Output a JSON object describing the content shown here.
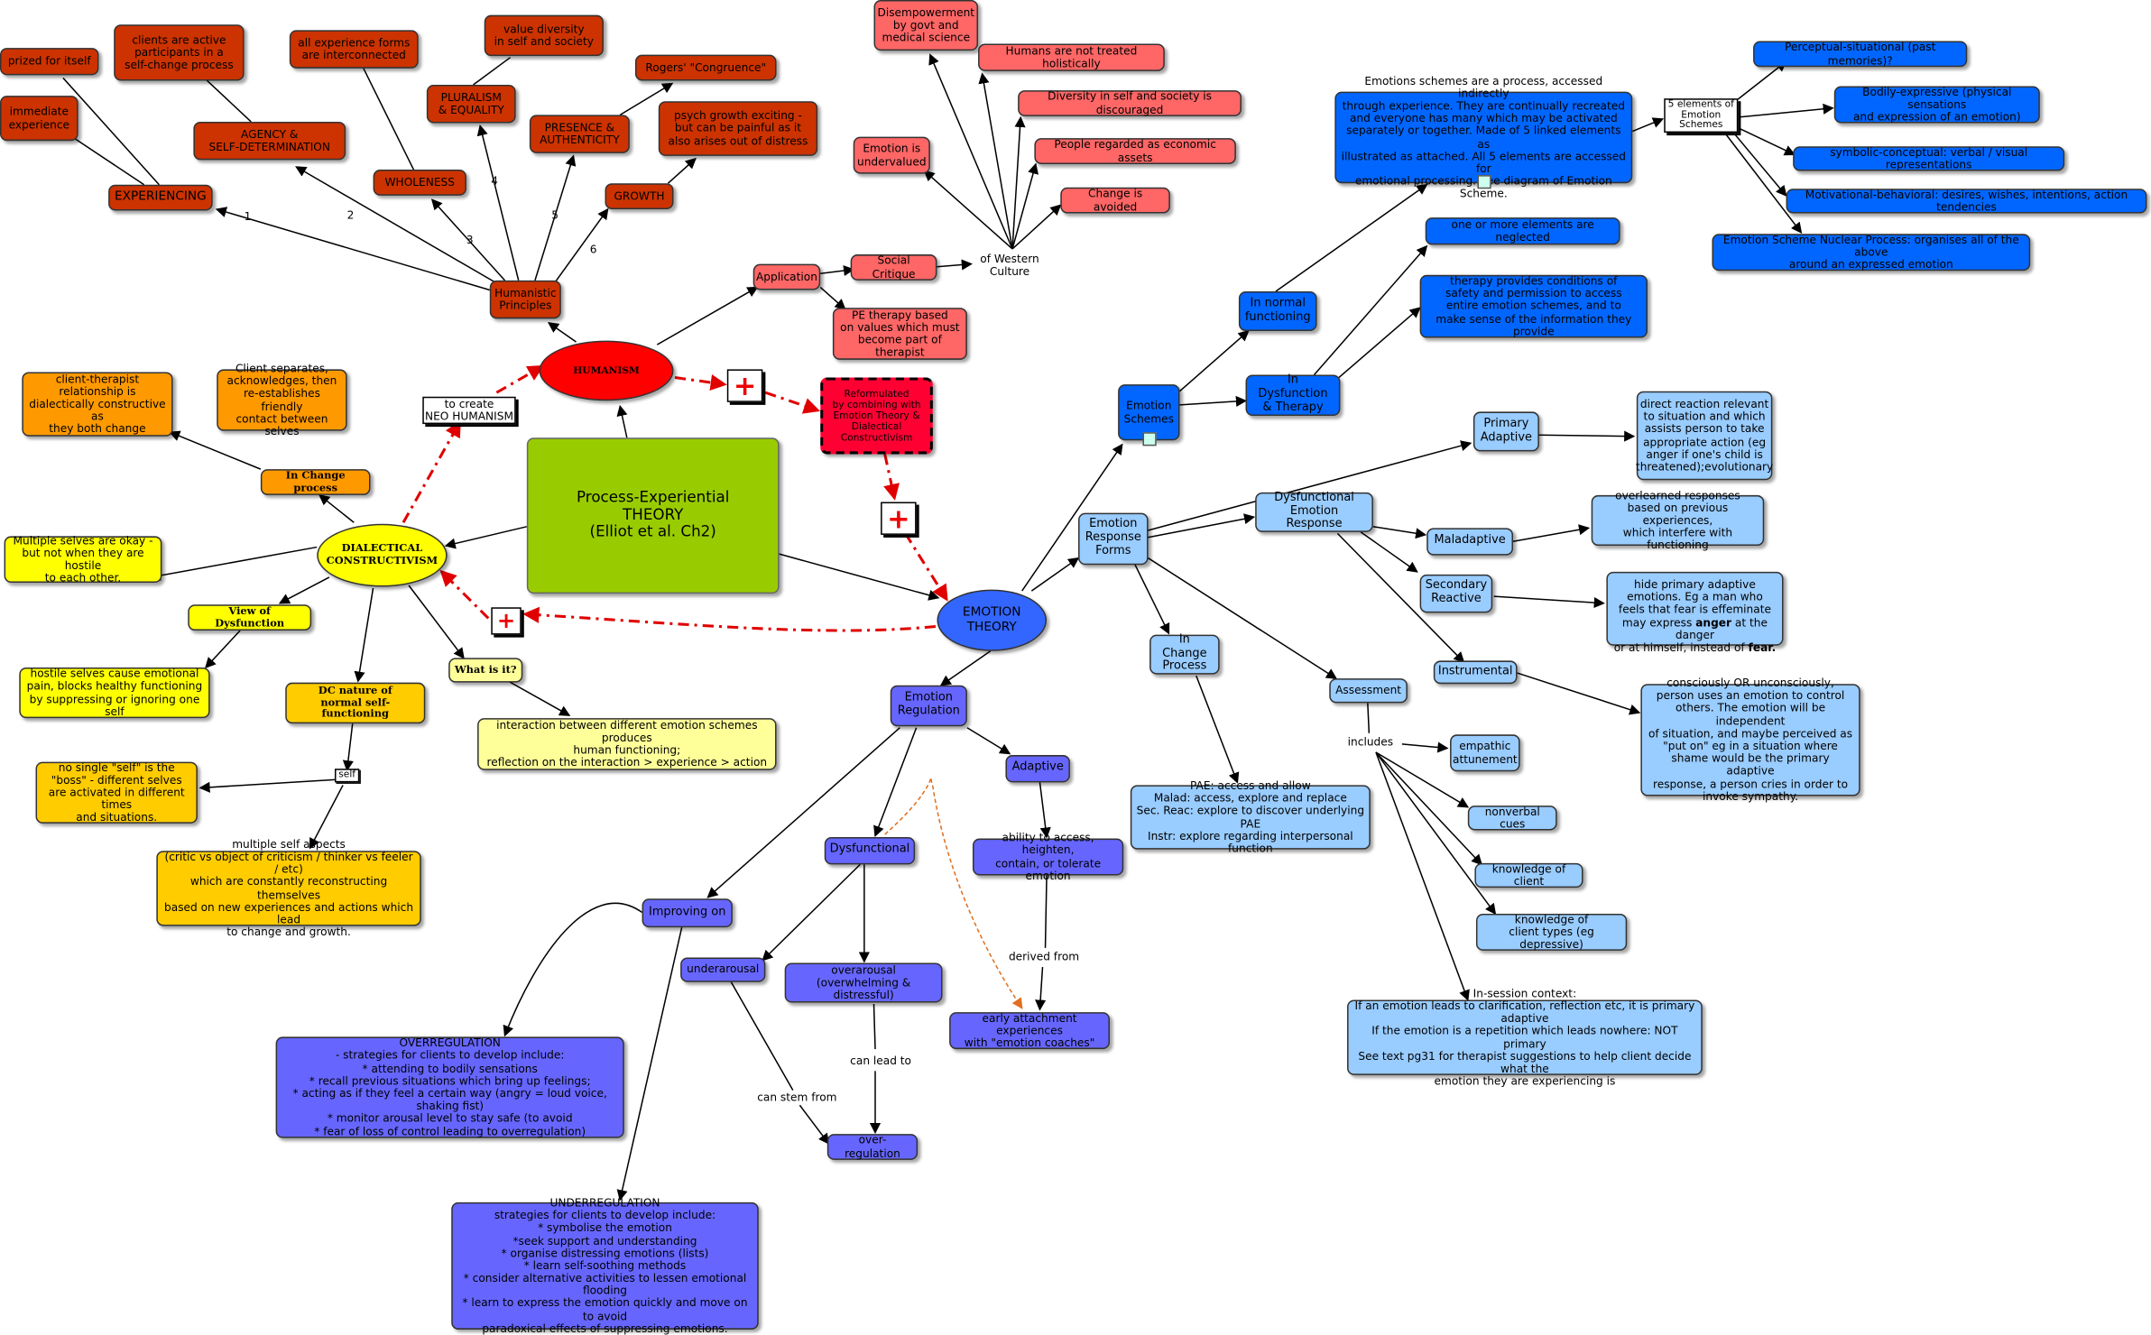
{
  "colors": {
    "humanist": "#cc3300",
    "critique": "#ff6666",
    "dialectical_yellow": "#ffff00",
    "change_orange": "#ff9900",
    "dc_gold": "#ffcc00",
    "pale_yellow": "#ffff99",
    "theory_green": "#99cc00",
    "emotion_theory": "#3366ff",
    "schemes_blue": "#0066ff",
    "forms_lightblue": "#99ccff",
    "regulation_purple": "#6666ff",
    "red_arrow": "#e00000",
    "dotted_orange": "#e07020"
  },
  "nodes": {
    "center": "Process-Experiential\nTHEORY\n(Elliot et al.  Ch2)",
    "humanism": "HUMANISM",
    "dialectical": "DIALECTICAL\nCONSTRUCTIVISM",
    "emotion_theory": "EMOTION\nTHEORY",
    "humanistic_principles": "Humanistic\nPrinciples",
    "experiencing": "EXPERIENCING",
    "prized": "prized for itself",
    "immediate": "immediate\nexperience",
    "agency": "AGENCY &\nSELF-DETERMINATION",
    "clients_active": "clients are active\nparticipants in a\nself-change process",
    "wholeness": "WHOLENESS",
    "all_forms": "all experience forms\nare interconnected",
    "pluralism": "PLURALISM\n& EQUALITY",
    "value_diversity": "value diversity\nin self and society",
    "presence": "PRESENCE &\nAUTHENTICITY",
    "rogers": "Rogers' \"Congruence\"",
    "growth": "GROWTH",
    "psych_growth": "psych growth exciting -\nbut can be painful as it\nalso arises out of distress",
    "application": "Application",
    "social_critique": "Social Critique",
    "of_western": "of Western\nCulture",
    "pe_therapy": "PE therapy based\non values which must\nbecome part of therapist",
    "disempowerment": "Disempowerment\nby govt and\nmedical science",
    "not_holistic": "Humans are not treated holistically",
    "diversity_discouraged": "Diversity in self and society is discouraged",
    "emotion_undervalued": "Emotion is\nundervalued",
    "economic": "People regarded as economic assets",
    "change_avoided": "Change is avoided",
    "reformulated": "Reformulated\nby combining with\nEmotion Theory &\nDialectical\nConstructivism",
    "to_create": "to create\nNEO HUMANISM",
    "client_therapist": "client-therapist\nrelationship is\ndialectically constructive as\nthey both change",
    "client_separates": "Client separates,\nacknowledges, then\nre-establishes friendly\ncontact between selves",
    "in_change_process": "In Change process",
    "multiple_okay": "Multiple selves are okay -\nbut not when they are hostile\nto each other.",
    "view_dysfunction": "View of Dysfunction",
    "hostile_selves": "hostile selves cause emotional\npain, blocks healthy functioning\nby suppressing or ignoring one self",
    "dc_nature": "DC nature of\nnormal self-functioning",
    "what_is_it": "What is it?",
    "interaction": "interaction between different emotion schemes produces\nhuman functioning;\nreflection on the interaction > experience > action",
    "self": "self",
    "no_single_self": "no single \"self\" is the\n\"boss\" - different selves\nare activated in different times\nand situations.",
    "multiple_aspects": "multiple self aspects\n(critic vs object of criticism / thinker vs feeler / etc)\nwhich are constantly reconstructing themselves\nbased on new experiences and actions which lead\nto change and growth.",
    "emotion_schemes": "Emotion\nSchemes",
    "schemes_desc": "Emotions schemes are a process, accessed indirectly\nthrough experience.  They are continually recreated\nand everyone has many which may be activated\nseparately or together.  Made of 5 linked elements as\nillustrated as attached.  All 5 elements are accessed for\nemotional processing.  See diagram of Emotion Scheme.",
    "five_elements": "5 elements of\nEmotion\nSchemes",
    "perceptual": "Perceptual-situational (past memories)?",
    "bodily": "Bodily-expressive (physical sensations\nand expression of an emotion)",
    "symbolic": "symbolic-conceptual: verbal / visual representations",
    "motivational": "Motivational-behavioral: desires, wishes, intentions, action tendencies",
    "nuclear": "Emotion Scheme Nuclear Process: organises all of the above\naround an expressed emotion",
    "normal_functioning": "In normal\nfunctioning",
    "in_dysfunction": "In Dysfunction\n& Therapy",
    "neglected": "one or more elements are neglected",
    "therapy_provides": "therapy provides conditions of\nsafety and permission to access\nentire emotion schemes, and to\nmake sense of the information they provide",
    "response_forms": "Emotion\nResponse\nForms",
    "dysfunctional_response": "Dysfunctional\nEmotion Response",
    "primary_adaptive": "Primary\nAdaptive",
    "direct_reaction": "direct reaction relevant\nto situation and which\nassists person to take\nappropriate action (eg\nanger if one's child is\nthreatened);evolutionary",
    "maladaptive": "Maladaptive",
    "overlearned": "overlearned responses\nbased on previous experiences,\nwhich interfere with functioning",
    "secondary": "Secondary\nReactive",
    "hide_primary_1": "hide primary adaptive\nemotions.  Eg a man who\nfeels that fear is effeminate\nmay express ",
    "hide_primary_anger": "anger",
    "hide_primary_2": " at the danger\nor at himself, instead of ",
    "hide_primary_fear": "fear.",
    "instrumental": "Instrumental",
    "consciously": "consciously OR unconsciously,\nperson uses an emotion to control\nothers.  The emotion will be independent\nof situation, and maybe perceived as\n\"put on\"  eg in a situation where\nshame would be the primary adaptive\nresponse, a person cries in order to\ninvoke sympathy.",
    "in_change": "In Change\nProcess",
    "pae": "PAE: access and allow\nMalad: access, explore and replace\nSec. Reac: explore to discover underlying PAE\nInstr: explore regarding interpersonal function",
    "assessment": "Assessment",
    "includes": "includes",
    "empathic": "empathic\nattunement",
    "nonverbal": "nonverbal cues",
    "knowledge_client": "knowledge of client",
    "knowledge_types": "knowledge of\nclient types (eg depressive)",
    "in_session": "In-session context:\nIf an emotion leads to clarification, reflection etc, it is primary adaptive\nIf the emotion is a repetition which leads nowhere: NOT primary\nSee text pg31 for therapist suggestions to help client decide what the\nemotion they are experiencing is",
    "regulation": "Emotion\nRegulation",
    "adaptive": "Adaptive",
    "ability": "ability to access, heighten,\ncontain, or tolerate emotion",
    "derived_from": "derived from",
    "early_attachment": "early attachment experiences\nwith \"emotion coaches\"",
    "dysfunctional": "Dysfunctional",
    "underarousal": "underarousal",
    "overarousal": "overarousal\n(overwhelming & distressful)",
    "can_lead_to": "can lead to",
    "can_stem_from": "can stem from",
    "over_regulation": "over-regulation",
    "improving_on": "Improving on",
    "overregulation": "OVERREGULATION\n- strategies for clients to develop include:\n*  attending to bodily sensations\n*  recall previous situations which bring up feelings;\n*  acting as if they feel a certain way (angry = loud voice, shaking fist)\n*  monitor arousal level to stay safe (to avoid\n*  fear of loss of control leading to overregulation)",
    "underregulation": "UNDERREGULATION\nstrategies for clients to develop include:\n* symbolise the emotion\n*seek support and understanding\n* organise distressing emotions (lists)\n* learn self-soothing methods\n* consider alternative activities to lessen emotional flooding\n* learn to express the emotion quickly and move on to avoid\nparadoxical effects of suppressing emotions."
  },
  "principle_numbers": [
    "1",
    "2",
    "3",
    "4",
    "5",
    "6"
  ]
}
